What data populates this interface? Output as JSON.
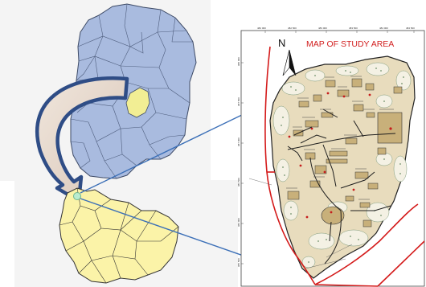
{
  "map": {
    "title": "MAP OF STUDY AREA",
    "north_label": "N",
    "coordinates_top": [
      "482 000",
      "482 500",
      "483 000",
      "483 500",
      "484 000",
      "484 500"
    ],
    "coordinates_left": [
      "988 000",
      "987 500",
      "987 000",
      "986 500",
      "986 000",
      "985 500"
    ],
    "colors": {
      "nigeria_fill": "#a9bbdf",
      "state_highlight": "#f2ee94",
      "state_fill": "#fbf3a8",
      "campus_fill": "#e8dcbd",
      "road": "#d41a1a",
      "connector_line": "#3b6fb7",
      "arrow_fill": "#e9dfd6",
      "arrow_outline": "#2f4d86"
    }
  }
}
